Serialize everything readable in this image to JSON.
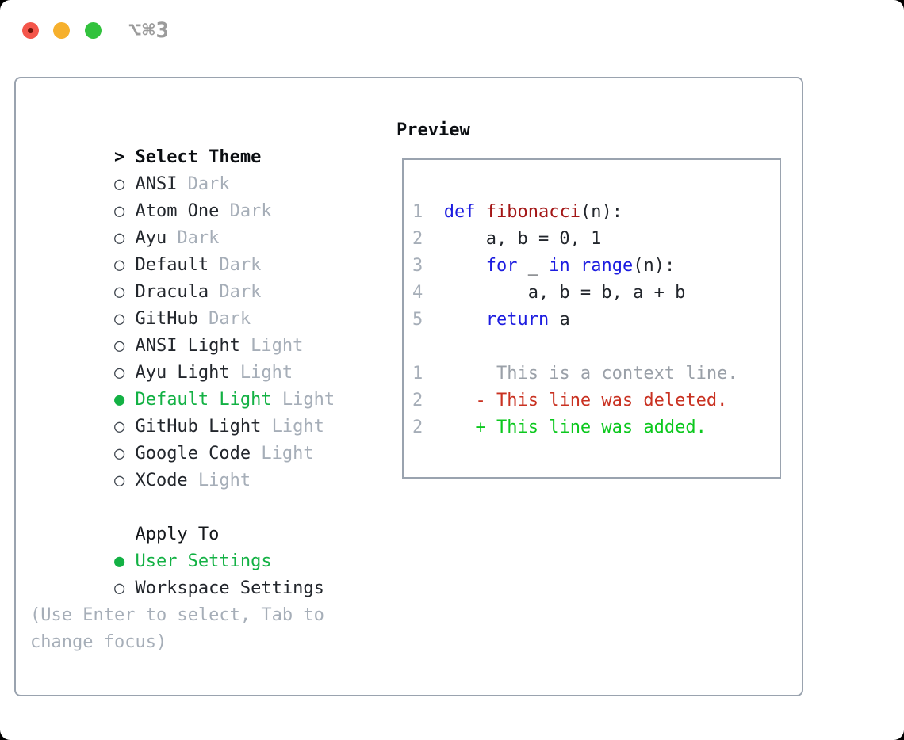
{
  "window": {
    "title": "⌥⌘3"
  },
  "icons": {
    "cursor": ">",
    "radio_selected": "●",
    "radio_unselected": "○"
  },
  "theme_picker": {
    "heading": "Select Theme",
    "themes": [
      {
        "name": "ANSI",
        "variant": "Dark",
        "selected": false
      },
      {
        "name": "Atom One",
        "variant": "Dark",
        "selected": false
      },
      {
        "name": "Ayu",
        "variant": "Dark",
        "selected": false
      },
      {
        "name": "Default",
        "variant": "Dark",
        "selected": false
      },
      {
        "name": "Dracula",
        "variant": "Dark",
        "selected": false
      },
      {
        "name": "GitHub",
        "variant": "Dark",
        "selected": false
      },
      {
        "name": "ANSI Light",
        "variant": "Light",
        "selected": false
      },
      {
        "name": "Ayu Light",
        "variant": "Light",
        "selected": false
      },
      {
        "name": "Default Light",
        "variant": "Light",
        "selected": true
      },
      {
        "name": "GitHub Light",
        "variant": "Light",
        "selected": false
      },
      {
        "name": "Google Code",
        "variant": "Light",
        "selected": false
      },
      {
        "name": "XCode",
        "variant": "Light",
        "selected": false
      }
    ],
    "apply_to": {
      "heading": "Apply To",
      "options": [
        {
          "label": "User Settings",
          "selected": true
        },
        {
          "label": "Workspace Settings",
          "selected": false
        }
      ]
    },
    "hint": "(Use Enter to select, Tab to change focus)"
  },
  "preview": {
    "heading": "Preview",
    "code_lines": [
      {
        "num": "1",
        "segments": [
          {
            "text": "  "
          },
          {
            "text": "def",
            "style": "keyword"
          },
          {
            "text": " "
          },
          {
            "text": "fibonacci",
            "style": "function"
          },
          {
            "text": "(n):"
          }
        ]
      },
      {
        "num": "2",
        "segments": [
          {
            "text": "      a, b = 0, 1"
          }
        ]
      },
      {
        "num": "3",
        "segments": [
          {
            "text": "      "
          },
          {
            "text": "for",
            "style": "keyword"
          },
          {
            "text": " _ "
          },
          {
            "text": "in",
            "style": "keyword"
          },
          {
            "text": " "
          },
          {
            "text": "range",
            "style": "keyword"
          },
          {
            "text": "(n):"
          }
        ]
      },
      {
        "num": "4",
        "segments": [
          {
            "text": "          a, b = b, a + b"
          }
        ]
      },
      {
        "num": "5",
        "segments": [
          {
            "text": "      "
          },
          {
            "text": "return",
            "style": "keyword"
          },
          {
            "text": " a"
          }
        ]
      }
    ],
    "diff_lines": [
      {
        "num": "1",
        "segments": [
          {
            "text": "       "
          },
          {
            "text": "This is a context line.",
            "style": "context"
          }
        ]
      },
      {
        "num": "2",
        "segments": [
          {
            "text": "     "
          },
          {
            "text": "- This line was deleted.",
            "style": "deleted"
          }
        ]
      },
      {
        "num": "2",
        "segments": [
          {
            "text": "     "
          },
          {
            "text": "+ This line was added.",
            "style": "added"
          }
        ]
      }
    ]
  },
  "colors": {
    "selection_green": "#13b144",
    "diff_added_green": "#0cc81e",
    "diff_deleted_red": "#c93222",
    "keyword_blue": "#1c1ce0",
    "function_red": "#a31616",
    "muted_gray": "#a6aeb8",
    "border_gray": "#9aa3af",
    "traffic_red": "#f4564b",
    "traffic_yellow": "#f6b02d",
    "traffic_green": "#32c23d"
  }
}
